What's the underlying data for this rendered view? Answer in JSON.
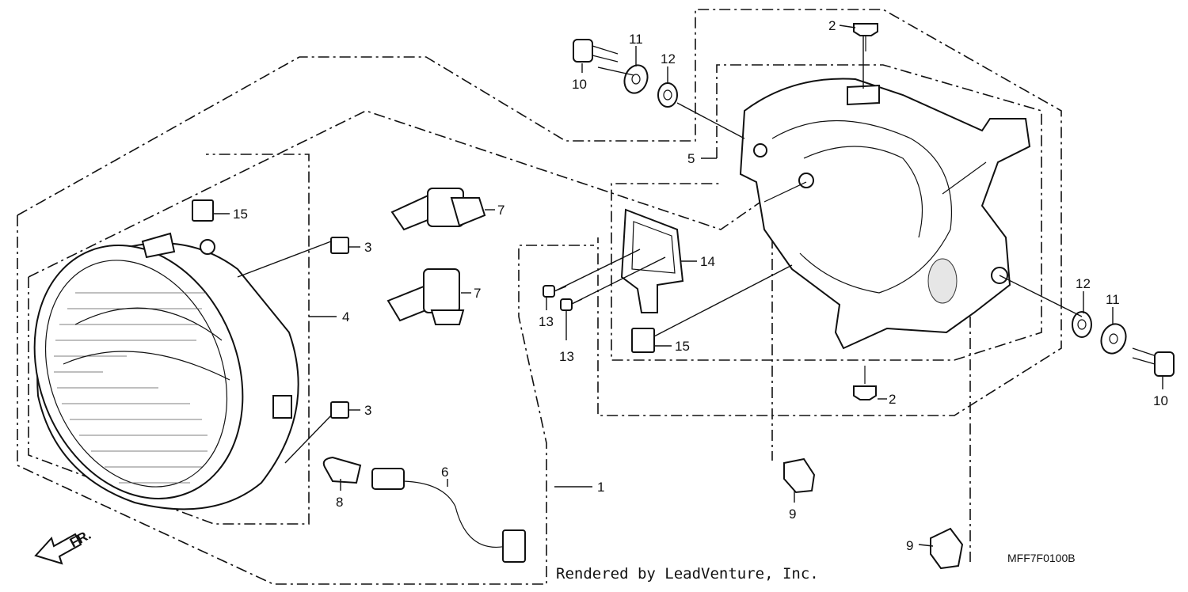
{
  "diagram": {
    "callouts": [
      "1",
      "2",
      "2",
      "3",
      "3",
      "4",
      "5",
      "6",
      "7",
      "7",
      "8",
      "9",
      "9",
      "10",
      "10",
      "11",
      "11",
      "12",
      "12",
      "13",
      "13",
      "14",
      "15",
      "15"
    ],
    "direction_marker": "FR.",
    "footer_credit": "Rendered by LeadVenture, Inc.",
    "diagram_code": "MFF7F0100B"
  }
}
